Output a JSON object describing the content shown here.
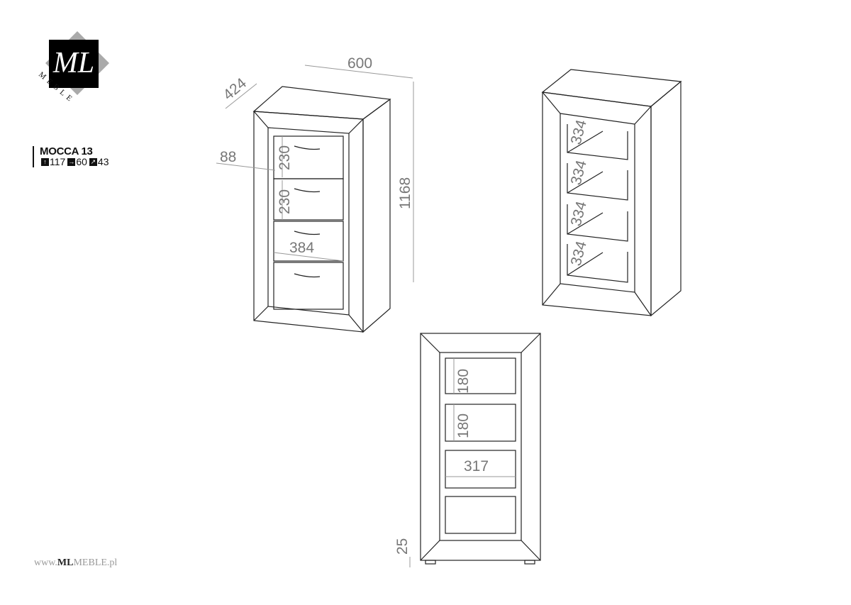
{
  "brand": {
    "logo_text": "ML",
    "logo_subtext": "MEBLE",
    "website_prefix": "www.",
    "website_bold": "ML",
    "website_suffix": "MEBLE.pl"
  },
  "product": {
    "name": "MOCCA 13",
    "height": "117",
    "width": "60",
    "depth": "43"
  },
  "icons": {
    "height": "arrow-up-icon",
    "width": "arrow-right-icon",
    "depth": "arrow-diagonal-icon"
  },
  "dimensions": {
    "iso_front": {
      "width": "600",
      "depth": "424",
      "height": "1168",
      "handle_offset": "88",
      "drawer_height_1": "230",
      "drawer_height_2": "230",
      "drawer_width": "384"
    },
    "iso_open": {
      "drawer_depth_1": "334",
      "drawer_depth_2": "334",
      "drawer_depth_3": "334",
      "drawer_depth_4": "334"
    },
    "front_open": {
      "inner_height_1": "180",
      "inner_height_2": "180",
      "inner_width": "317",
      "foot_height": "25"
    }
  }
}
